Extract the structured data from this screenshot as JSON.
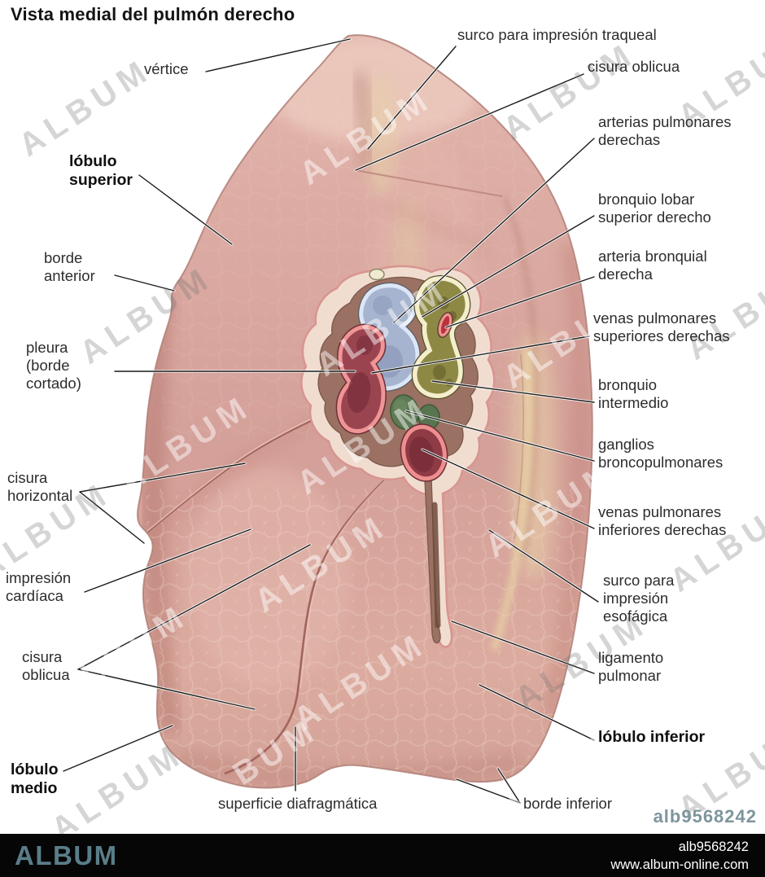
{
  "title": "Vista medial del pulmón derecho",
  "watermark": {
    "text": "ALBUM"
  },
  "image_id": "alb9568242",
  "footer": {
    "logo": "ALBUM",
    "site": "www.album-online.com"
  },
  "colors": {
    "lung_base": "#d8a8a0",
    "artery_blue": "#a7b4cf",
    "bronchus_olive": "#8d8945",
    "vein_red": "#9a4450",
    "lymph_green": "#5e7a54",
    "hilum_brown": "#9a7162",
    "footer_teal": "#5a7d89"
  },
  "labels": [
    {
      "id": "vertice",
      "text": "vértice",
      "bold": false
    },
    {
      "id": "surco-traqueal",
      "text": "surco para impresión traqueal",
      "bold": false
    },
    {
      "id": "cisura-oblicua-derecha",
      "text": "cisura oblicua",
      "bold": false
    },
    {
      "id": "arterias-pulmonares",
      "text": "arterias pulmonares\nderechas",
      "bold": false
    },
    {
      "id": "bronquio-lobar",
      "text": "bronquio lobar\nsuperior derecho",
      "bold": false
    },
    {
      "id": "arteria-bronquial",
      "text": "arteria bronquial\nderecha",
      "bold": false
    },
    {
      "id": "venas-superiores",
      "text": "venas pulmonares\nsuperiores derechas",
      "bold": false
    },
    {
      "id": "bronquio-intermedio",
      "text": "bronquio\nintermedio",
      "bold": false
    },
    {
      "id": "ganglios",
      "text": "ganglios\nbroncopulmonares",
      "bold": false
    },
    {
      "id": "venas-inferiores",
      "text": "venas pulmonares\ninferiores derechas",
      "bold": false
    },
    {
      "id": "surco-esofagica",
      "text": "surco para\nimpresión\nesofágica",
      "bold": false
    },
    {
      "id": "ligamento-pulmonar",
      "text": "ligamento\npulmonar",
      "bold": false
    },
    {
      "id": "lobulo-inferior",
      "text": "lóbulo inferior",
      "bold": true
    },
    {
      "id": "borde-inferior",
      "text": "borde inferior",
      "bold": false
    },
    {
      "id": "superficie-diafragmatica",
      "text": "superficie diafragmática",
      "bold": false
    },
    {
      "id": "lobulo-medio",
      "text": "lóbulo\nmedio",
      "bold": true
    },
    {
      "id": "cisura-oblicua-izquierda",
      "text": "cisura\noblicua",
      "bold": false
    },
    {
      "id": "impresion-cardiaca",
      "text": "impresión\ncardíaca",
      "bold": false
    },
    {
      "id": "cisura-horizontal",
      "text": "cisura\nhorizontal",
      "bold": false
    },
    {
      "id": "pleura",
      "text": "pleura\n(borde\ncortado)",
      "bold": false
    },
    {
      "id": "borde-anterior",
      "text": "borde\nanterior",
      "bold": false
    },
    {
      "id": "lobulo-superior",
      "text": "lóbulo\nsuperior",
      "bold": true
    }
  ]
}
